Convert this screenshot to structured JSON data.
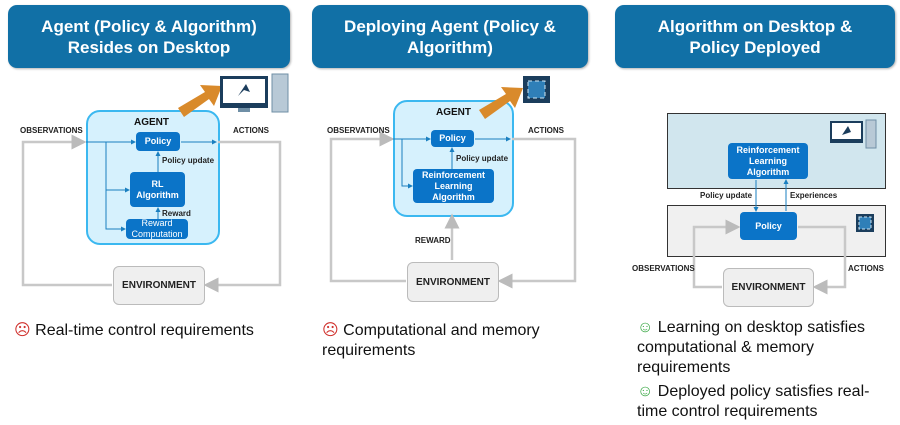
{
  "panels": [
    {
      "title": "Agent (Policy & Algorithm) Resides on Desktop",
      "agent": "AGENT",
      "policy": "Policy",
      "policy_update": "Policy update",
      "algorithm": "RL Algorithm",
      "reward": "Reward",
      "reward_computation": "Reward Computation",
      "observations": "OBSERVATIONS",
      "actions": "ACTIONS",
      "environment": "ENVIRONMENT",
      "notes": [
        {
          "icon": "frown-icon",
          "symbol": "☹",
          "text": "Real-time control requirements"
        }
      ]
    },
    {
      "title": "Deploying Agent (Policy & Algorithm)",
      "agent": "AGENT",
      "policy": "Policy",
      "policy_update": "Policy update",
      "algorithm": "Reinforcement Learning Algorithm",
      "reward": "REWARD",
      "observations": "OBSERVATIONS",
      "actions": "ACTIONS",
      "environment": "ENVIRONMENT",
      "notes": [
        {
          "icon": "frown-icon",
          "symbol": "☹",
          "text": "Computational and memory requirements"
        }
      ]
    },
    {
      "title": "Algorithm on Desktop & Policy Deployed",
      "algorithm": "Reinforcement Learning Algorithm",
      "policy": "Policy",
      "policy_update": "Policy update",
      "experiences": "Experiences",
      "observations": "OBSERVATIONS",
      "actions": "ACTIONS",
      "environment": "ENVIRONMENT",
      "notes": [
        {
          "icon": "smile-icon",
          "symbol": "☺",
          "text": "Learning on desktop satisfies computational & memory requirements"
        },
        {
          "icon": "smile-icon",
          "symbol": "☺",
          "text": "Deployed policy satisfies real-time control requirements"
        }
      ]
    }
  ],
  "colors": {
    "header": "#1170a6",
    "agent_fill": "#d6f1fd",
    "block": "#0b74c8",
    "arrow": "#d98a2b",
    "sad": "#d0312d",
    "happy": "#3aa845"
  }
}
